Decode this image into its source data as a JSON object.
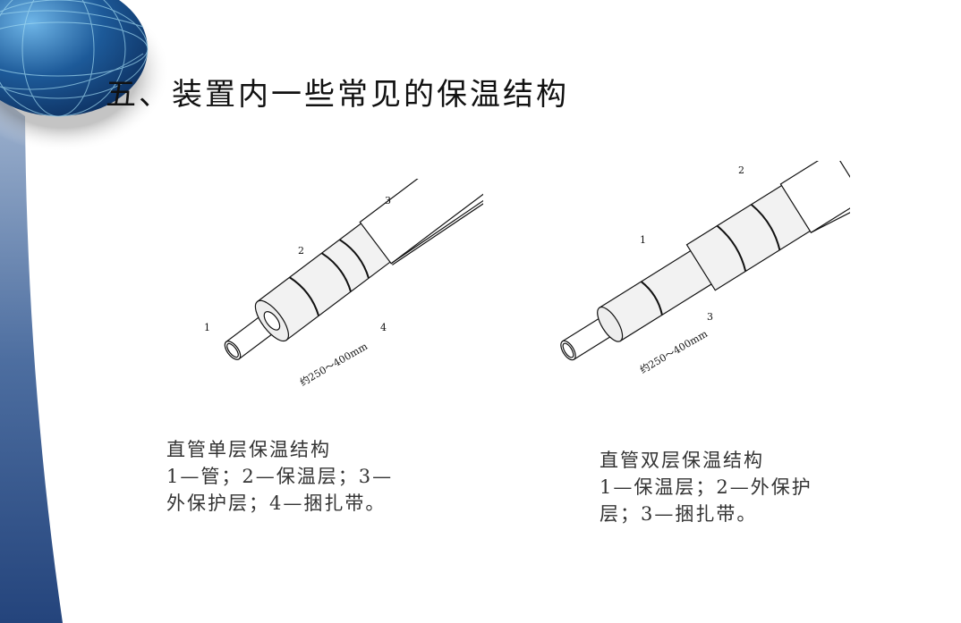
{
  "slide": {
    "title": "五、装置内一些常见的保温结构"
  },
  "left_figure": {
    "labels": {
      "pipe": "1",
      "insulation": "2",
      "protective": "3",
      "band": "4"
    },
    "dimension": "约250～400mm",
    "caption": {
      "title": "直管单层保温结构",
      "line1": "1—管；2—保温层；3—",
      "line2": "外保护层；4—捆扎带。"
    }
  },
  "right_figure": {
    "labels": {
      "insulation": "1",
      "protective": "2",
      "band": "3"
    },
    "dimension": "约250～400mm",
    "caption": {
      "title": "直管双层保温结构",
      "line1": "1—保温层；2—外保护",
      "line2": "层；3—捆扎带。"
    }
  },
  "colors": {
    "band": "#2c4f86",
    "globe": "#1d4f8a"
  }
}
